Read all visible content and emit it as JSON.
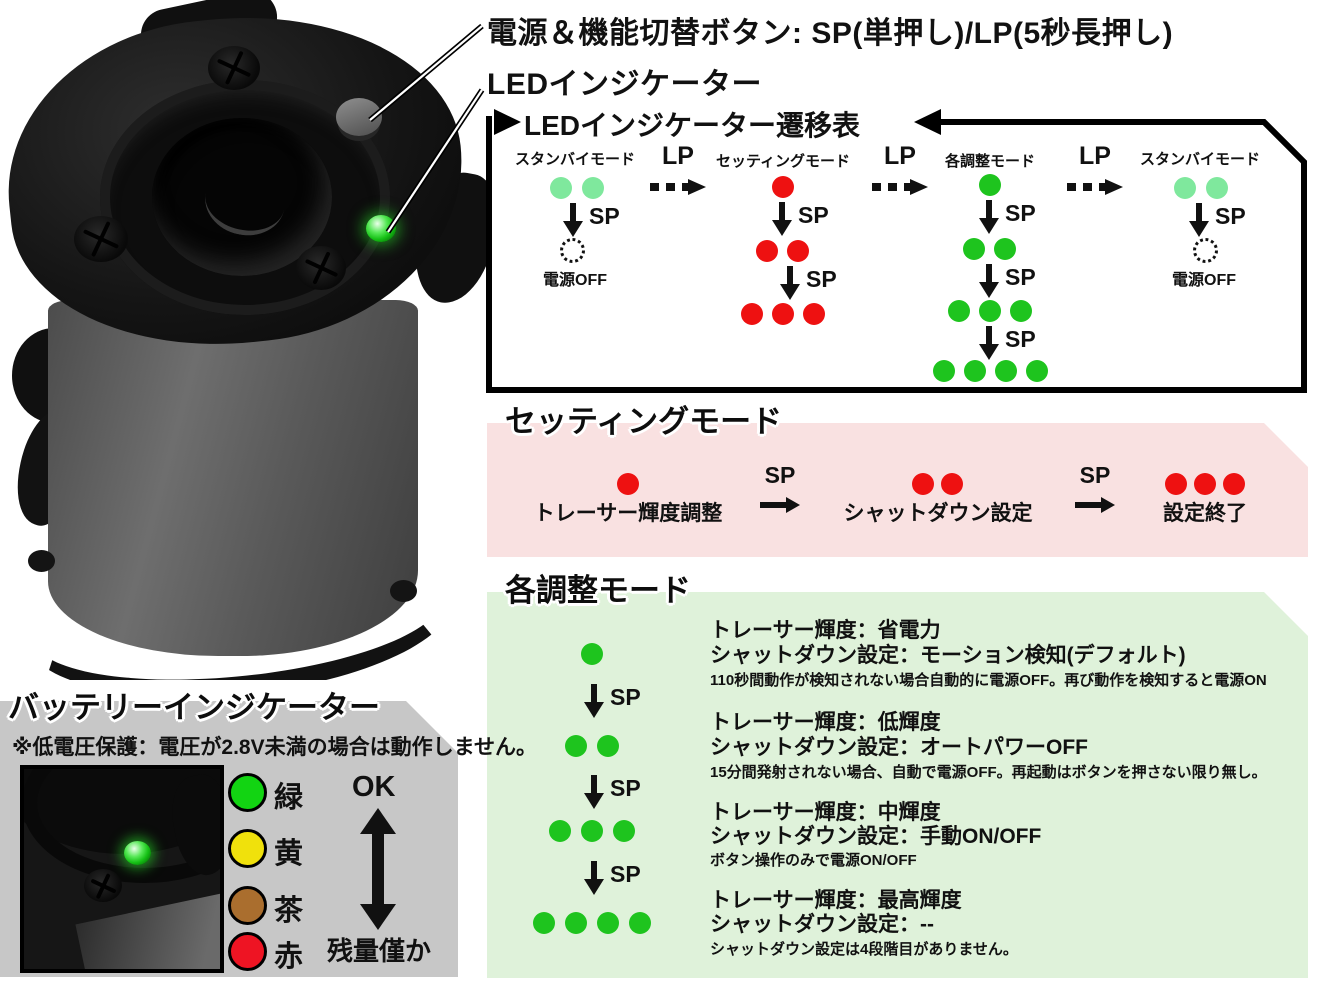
{
  "colors": {
    "dot_red": "#ee1111",
    "dot_green": "#1ec41e",
    "dot_pale_green": "#7fe89d",
    "band_pink": "#f9e1e1",
    "band_green": "#dff2da",
    "band_gray": "#c7c7c7",
    "legend_green": "#12d412",
    "legend_yellow": "#f0e10c",
    "legend_brown": "#aa6e2e",
    "legend_red": "#ee1423",
    "led_glow": "#15c015"
  },
  "callouts": {
    "power_button_label": "電源＆機能切替ボタン: SP(単押し)/LP(5秒長押し)",
    "led_indicator_label": "LEDインジケーター"
  },
  "transition_table": {
    "title": "LEDインジケーター遷移表",
    "lp_label": "LP",
    "sp_label": "SP",
    "power_off_label": "電源OFF",
    "columns": [
      {
        "title": "スタンバイモード"
      },
      {
        "title": "セッティングモード"
      },
      {
        "title": "各調整モード"
      },
      {
        "title": "スタンバイモード"
      }
    ]
  },
  "setting_mode": {
    "title": "セッティングモード",
    "sp_label": "SP",
    "steps": [
      {
        "dots": 1,
        "label": "トレーサー輝度調整"
      },
      {
        "dots": 2,
        "label": "シャットダウン設定"
      },
      {
        "dots": 3,
        "label": "設定終了"
      }
    ]
  },
  "adjust_mode": {
    "title": "各調整モード",
    "sp_label": "SP",
    "items": [
      {
        "dots": 1,
        "line1": "トレーサー輝度：省電力",
        "line2": "シャットダウン設定：モーション検知(デフォルト)",
        "note": "110秒間動作が検知されない場合自動的に電源OFF。再び動作を検知すると電源ON"
      },
      {
        "dots": 2,
        "line1": "トレーサー輝度：低輝度",
        "line2": "シャットダウン設定：オートパワーOFF",
        "note": "15分間発射されない場合、自動で電源OFF。再起動はボタンを押さない限り無し。"
      },
      {
        "dots": 3,
        "line1": "トレーサー輝度：中輝度",
        "line2": "シャットダウン設定：手動ON/OFF",
        "note": "ボタン操作のみで電源ON/OFF"
      },
      {
        "dots": 4,
        "line1": "トレーサー輝度：最高輝度",
        "line2": "シャットダウン設定：--",
        "note": "シャットダウン設定は4段階目がありません。"
      }
    ]
  },
  "battery_indicator": {
    "title": "バッテリーインジケーター",
    "warning": "※低電圧保護：電圧が2.8V未満の場合は動作しません。",
    "levels": [
      {
        "color_name": "green",
        "label": "緑"
      },
      {
        "color_name": "yellow",
        "label": "黄"
      },
      {
        "color_name": "brown",
        "label": "茶"
      },
      {
        "color_name": "red",
        "label": "赤"
      }
    ],
    "ok_label": "OK",
    "low_label": "残量僅か"
  }
}
